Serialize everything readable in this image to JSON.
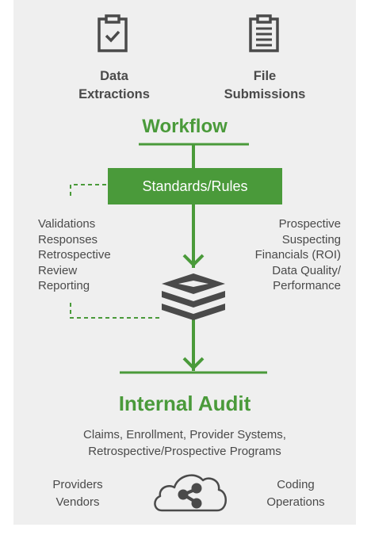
{
  "top_items": [
    {
      "label_line1": "Data",
      "label_line2": "Extractions",
      "icon": "clipboard-check-icon"
    },
    {
      "label_line1": "File",
      "label_line2": "Submissions",
      "icon": "document-list-icon"
    }
  ],
  "workflow_title": "Workflow",
  "standards_box": "Standards/Rules",
  "left_items": [
    "Validations",
    "Responses",
    "Retrospective",
    "Review",
    "Reporting"
  ],
  "right_items": [
    "Prospective",
    "Suspecting",
    "Financials (ROI)",
    "Data Quality/",
    "Performance"
  ],
  "audit_title": "Internal Audit",
  "audit_subtitle_line1": "Claims, Enrollment, Provider Systems,",
  "audit_subtitle_line2": "Retrospective/Prospective Programs",
  "bottom_left": [
    "Providers",
    "Vendors"
  ],
  "bottom_right": [
    "Coding",
    "Operations"
  ],
  "center_icon": "database-stack-icon",
  "cloud_icon": "cloud-share-icon",
  "colors": {
    "green": "#4a9a3a",
    "dark": "#4a4a4a",
    "panel": "#efefef"
  }
}
